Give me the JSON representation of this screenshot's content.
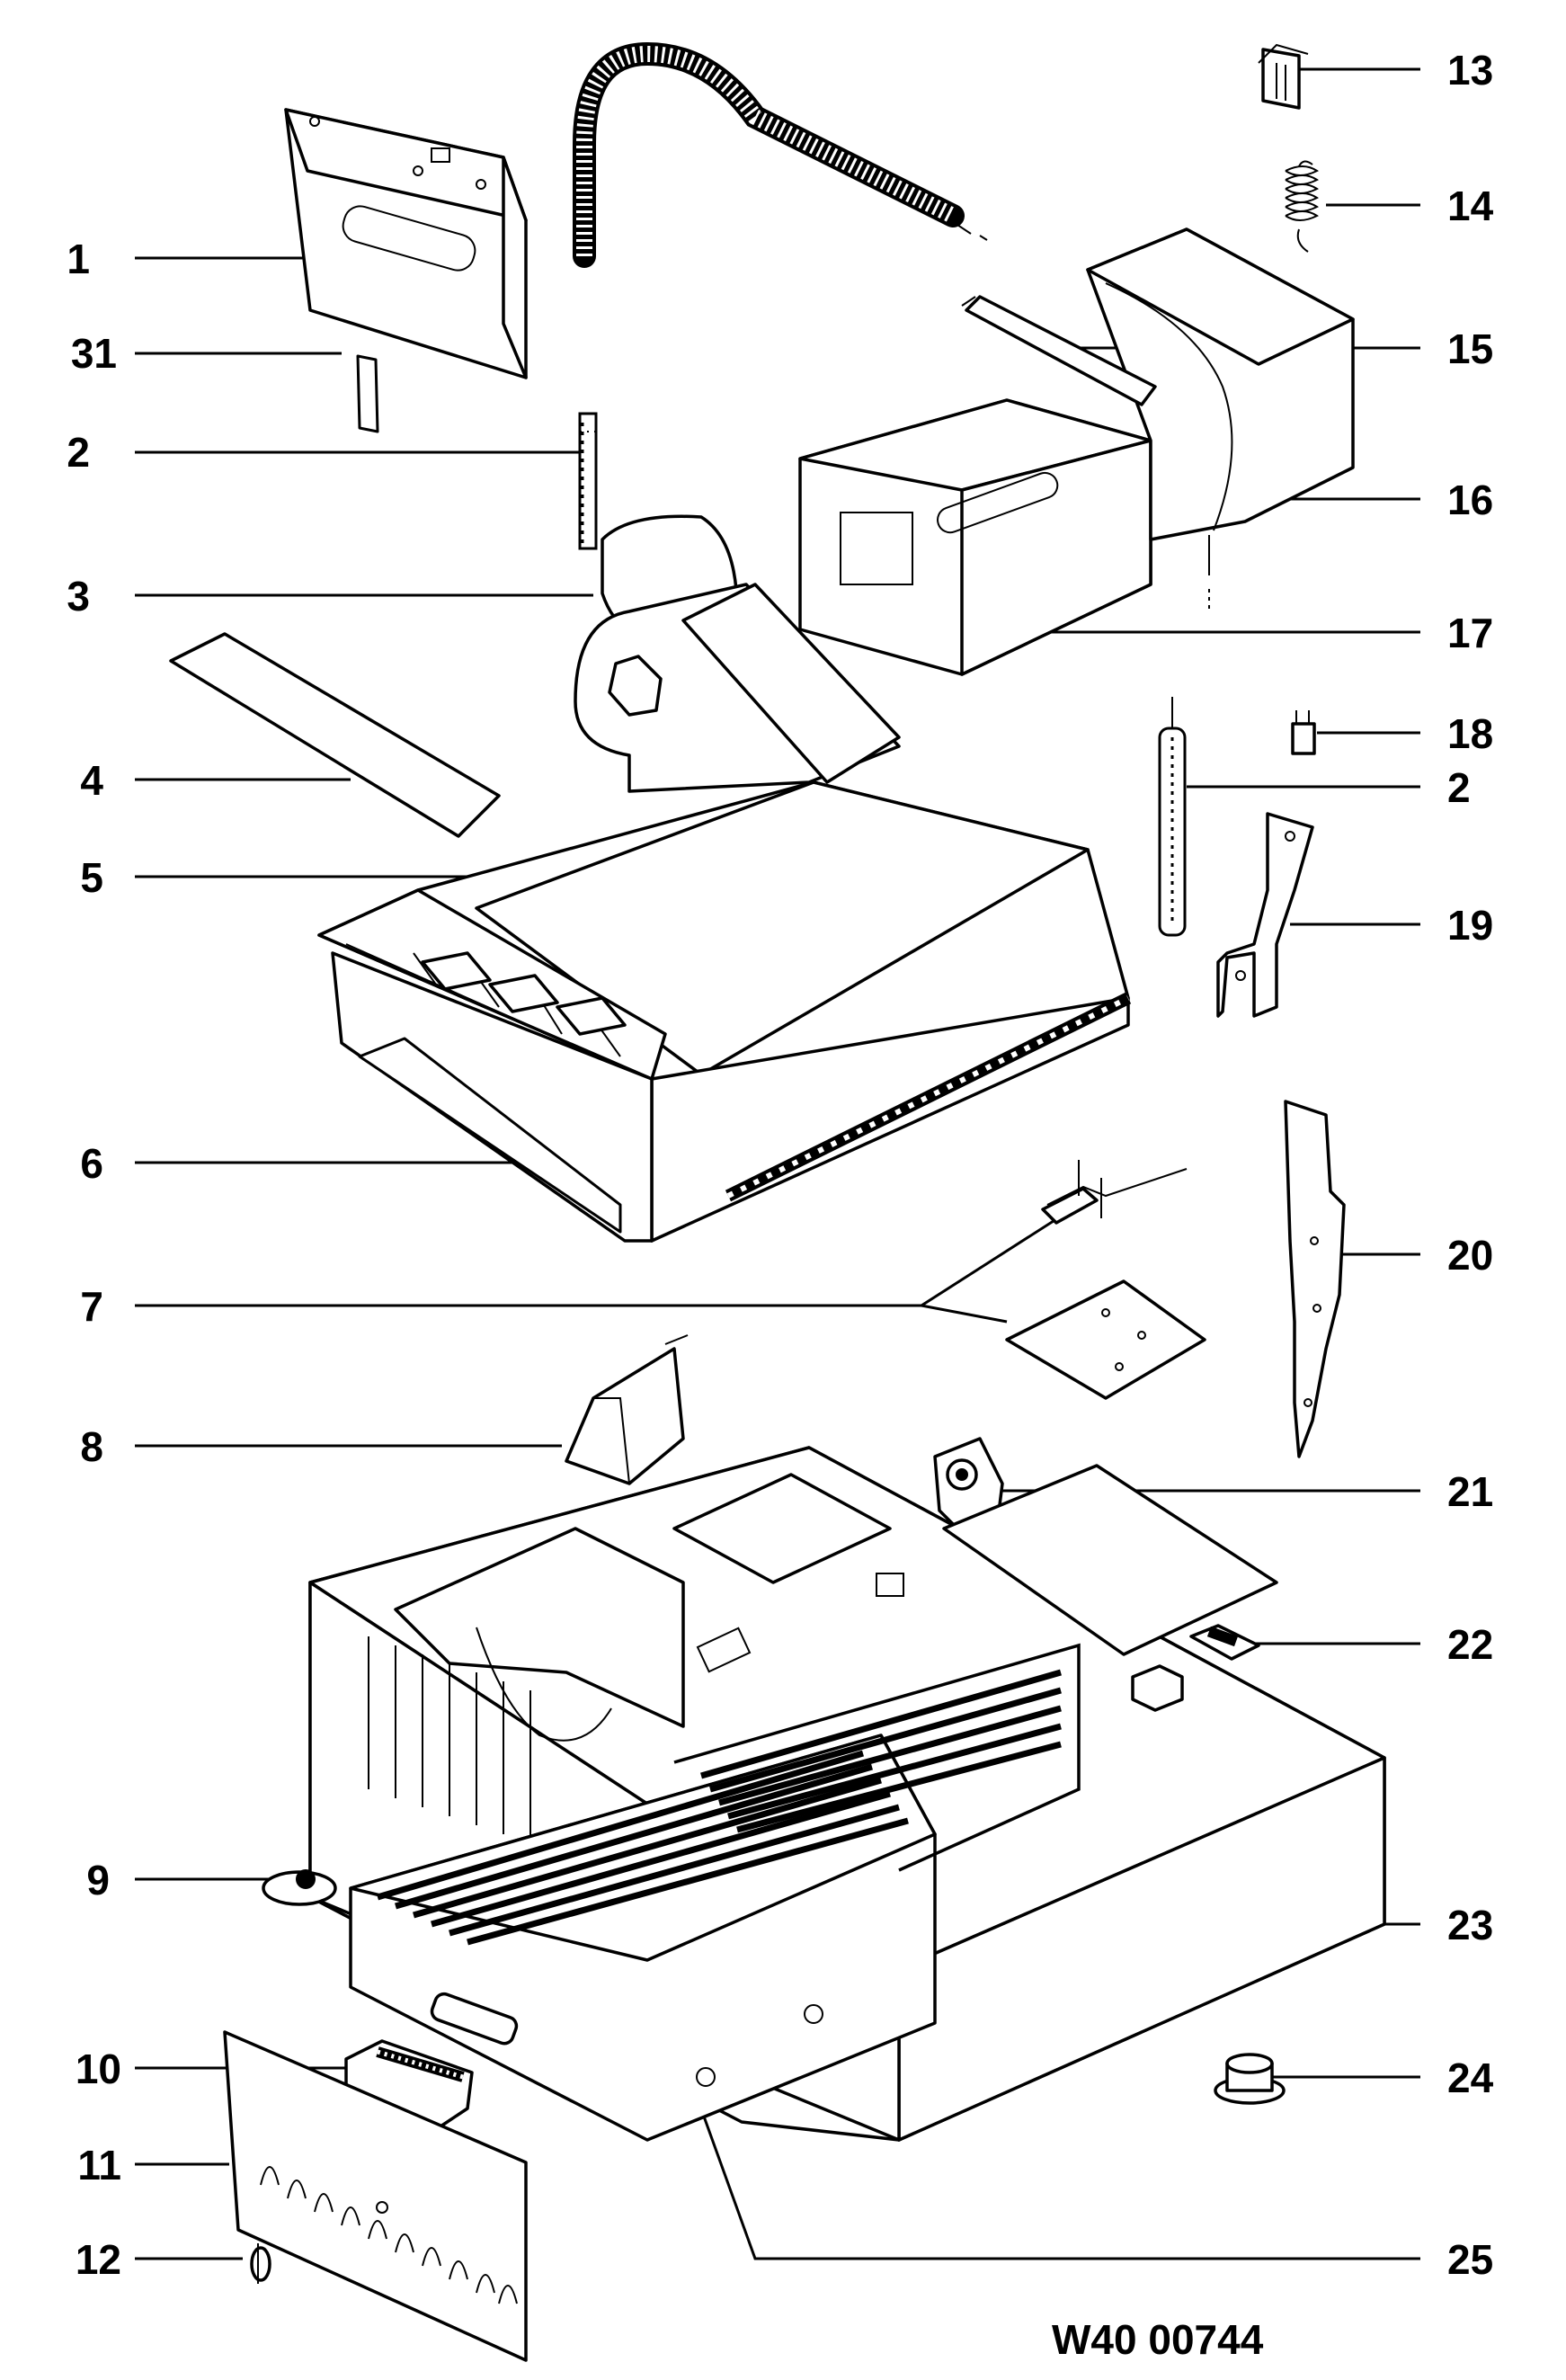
{
  "diagram": {
    "drawing_code": "W40 00744",
    "callouts_left": [
      {
        "label": "1"
      },
      {
        "label": "31"
      },
      {
        "label": "2"
      },
      {
        "label": "3"
      },
      {
        "label": "4"
      },
      {
        "label": "5"
      },
      {
        "label": "6"
      },
      {
        "label": "7"
      },
      {
        "label": "8"
      },
      {
        "label": "9"
      },
      {
        "label": "10"
      },
      {
        "label": "11"
      },
      {
        "label": "12"
      }
    ],
    "callouts_right": [
      {
        "label": "13"
      },
      {
        "label": "14"
      },
      {
        "label": "15"
      },
      {
        "label": "16"
      },
      {
        "label": "17"
      },
      {
        "label": "18"
      },
      {
        "label": "2"
      },
      {
        "label": "19"
      },
      {
        "label": "20"
      },
      {
        "label": "21"
      },
      {
        "label": "22"
      },
      {
        "label": "23"
      },
      {
        "label": "24"
      },
      {
        "label": "25"
      }
    ]
  }
}
